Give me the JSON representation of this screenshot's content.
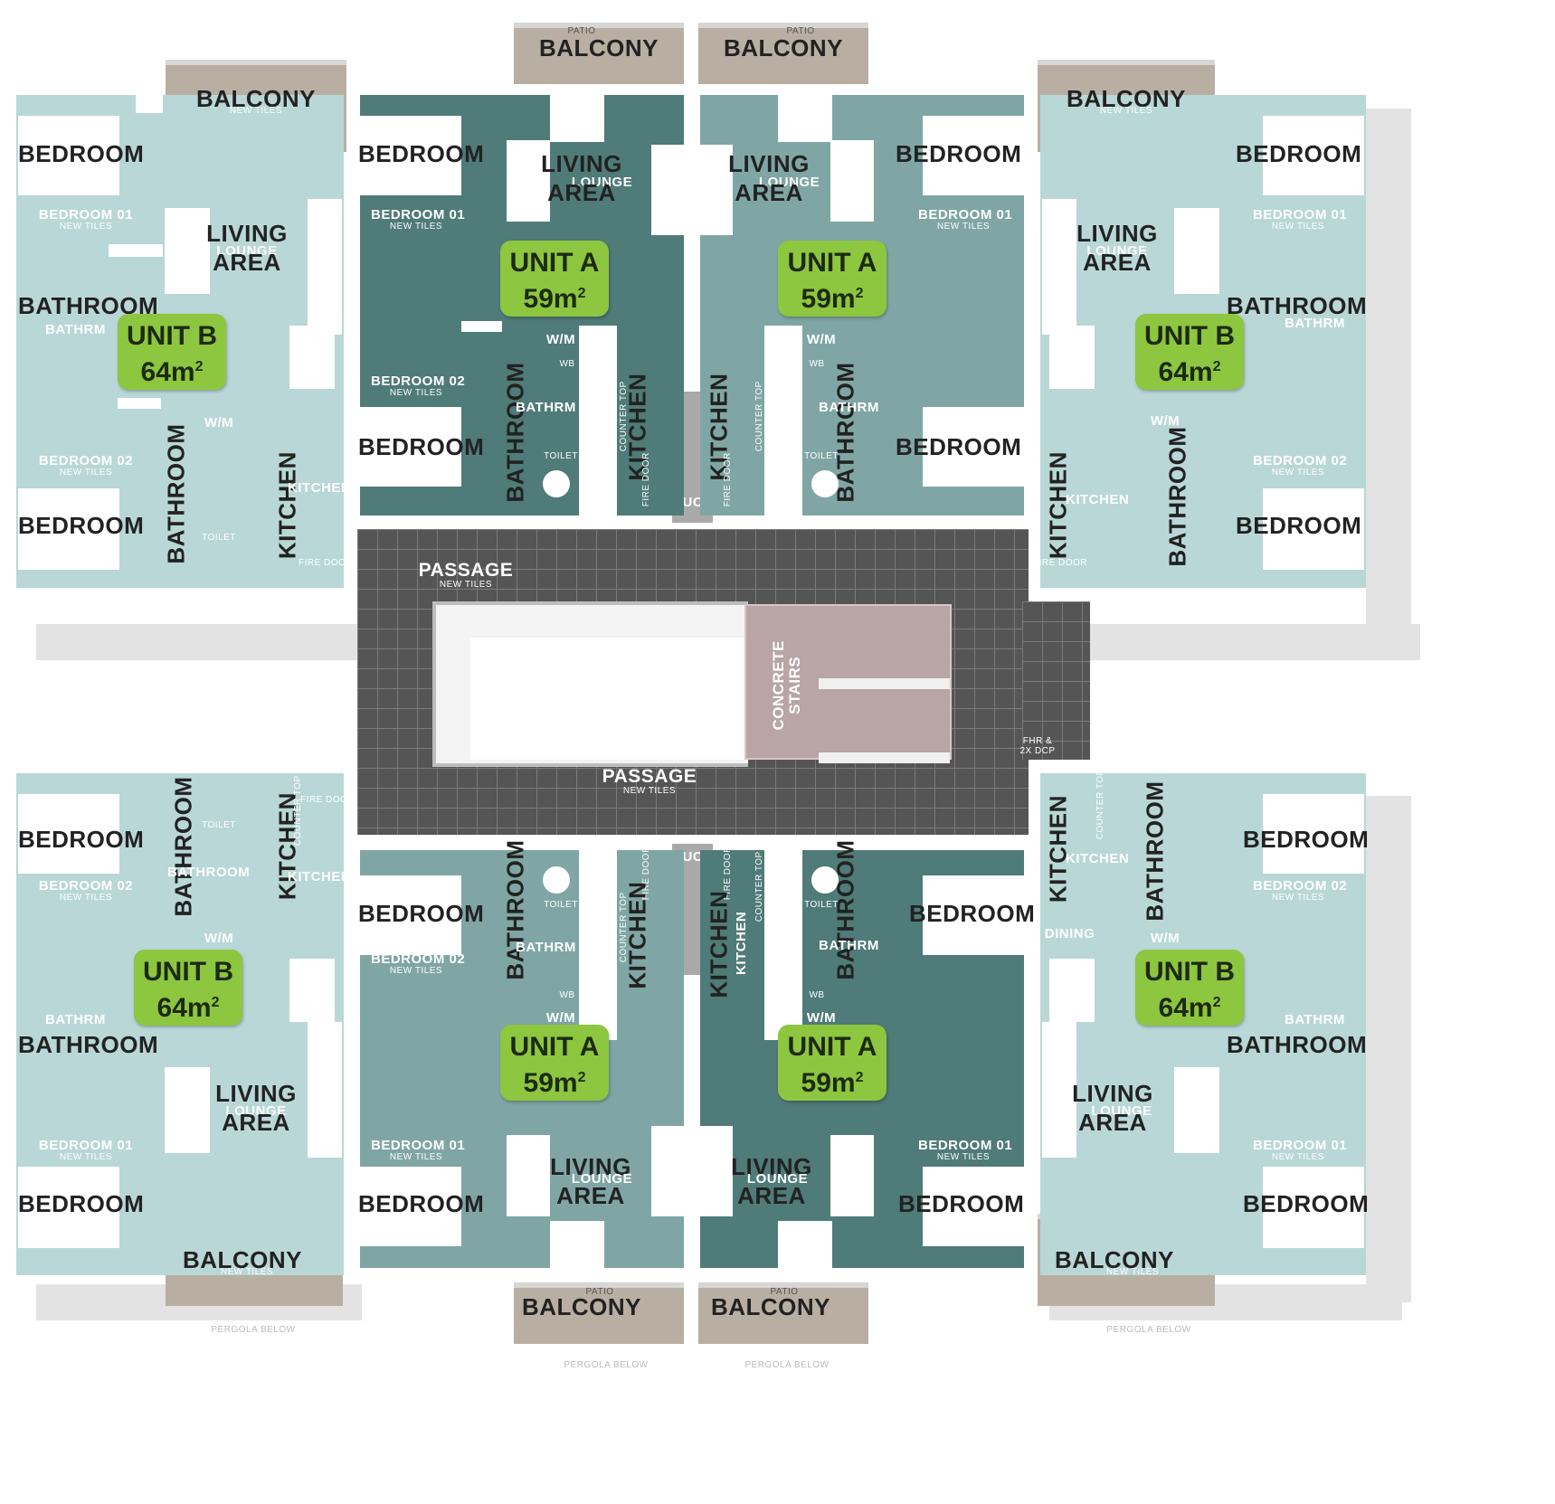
{
  "units": {
    "unit_a_name": "UNIT A",
    "unit_a_area": "59m",
    "unit_b_name": "UNIT B",
    "unit_b_area": "64m",
    "area_superscript": "2"
  },
  "rooms": {
    "bedroom": "BEDROOM",
    "bedroom_01": "BEDROOM 01",
    "bedroom_02": "BEDROOM 02",
    "bathroom": "BATHROOM",
    "bathrm": "BATHRM",
    "living": "LIVING",
    "area": "AREA",
    "lounge": "LOUNGE",
    "kitchen": "KITCHEN",
    "balcony": "BALCONY",
    "patio": "PATIO",
    "dining": "DINING",
    "passage": "PASSAGE",
    "duct": "DUCT",
    "concrete": "CONCRETE",
    "stairs": "STAIRS",
    "new_tiles": "NEW TILES",
    "wm": "W/M",
    "wb": "WB",
    "toilet": "TOILET",
    "fire_door": "FIRE DOOR",
    "counter_top": "COUNTER TOP",
    "fhr": "FHR &",
    "dcp": "2X DCP",
    "pergola": "PERGOLA BELOW"
  }
}
